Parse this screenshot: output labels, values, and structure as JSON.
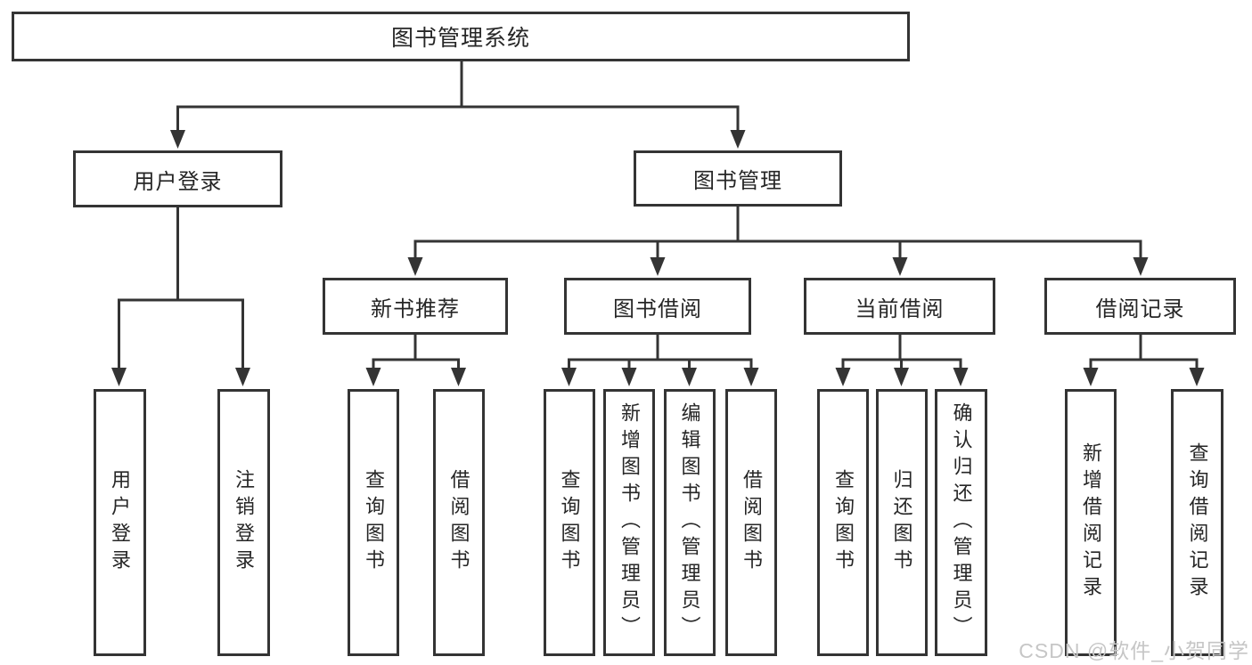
{
  "tree": {
    "root": {
      "label": "图书管理系统"
    },
    "branches": [
      {
        "label": "用户登录",
        "children": [
          {
            "label": "用户登录"
          },
          {
            "label": "注销登录"
          }
        ]
      },
      {
        "label": "图书管理",
        "children": [
          {
            "label": "新书推荐",
            "children": [
              {
                "label": "查询图书"
              },
              {
                "label": "借阅图书"
              }
            ]
          },
          {
            "label": "图书借阅",
            "children": [
              {
                "label": "查询图书"
              },
              {
                "label": "新增图书（管理员）"
              },
              {
                "label": "编辑图书（管理员）"
              },
              {
                "label": "借阅图书"
              }
            ]
          },
          {
            "label": "当前借阅",
            "children": [
              {
                "label": "查询图书"
              },
              {
                "label": "归还图书"
              },
              {
                "label": "确认归还（管理员）"
              }
            ]
          },
          {
            "label": "借阅记录",
            "children": [
              {
                "label": "新增借阅记录"
              },
              {
                "label": "查询借阅记录"
              }
            ]
          }
        ]
      }
    ]
  },
  "watermark": "CSDN @软件_小贺同学",
  "colors": {
    "line": "#343434",
    "text": "#262626",
    "watermark": "#c6c6c6",
    "background": "#ffffff"
  }
}
